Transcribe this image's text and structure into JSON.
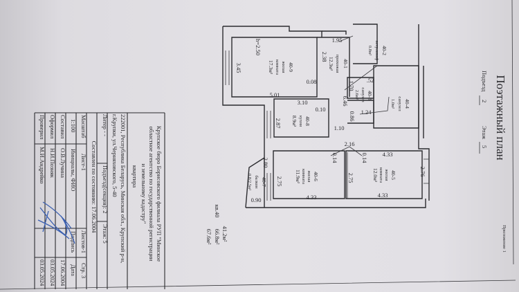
{
  "document": {
    "appendix": "Приложение 1",
    "title": "Поэтажный план",
    "entrance_label": "Подъезд",
    "entrance_value": "2",
    "floor_label": "Этаж",
    "floor_value": "5"
  },
  "plan": {
    "rooms": [
      {
        "id": "40-9",
        "name": "жилая",
        "name2": "комната",
        "area": "17.3м²"
      },
      {
        "id": "40-1",
        "name": "прихожая",
        "area": "12.3м²"
      },
      {
        "id": "40-2",
        "name": "встр.шкаф",
        "area": "0.8м²"
      },
      {
        "id": "40-3",
        "name": "санузел",
        "area": "2.6м²"
      },
      {
        "id": "40-4",
        "name": "санузел",
        "area": "1.0м²"
      },
      {
        "id": "40-8",
        "name": "кухня",
        "area": "8.9м²"
      },
      {
        "id": "40-6",
        "name": "жилая",
        "name2": "комната",
        "area": "11.9м²"
      },
      {
        "id": "40-5",
        "name": "жилая",
        "name2": "комната",
        "area": "12.0м²"
      },
      {
        "id": "40-7",
        "name": "балкон",
        "area": "0.8/2.5м²"
      }
    ],
    "dimensions": {
      "h": "h=2.50",
      "d345": "3.45",
      "d238": "2.38",
      "d008": "0.08",
      "d501": "5.01",
      "d195": "1.95",
      "d310": "3.10",
      "d010": "0.10",
      "d287": "2.87",
      "d110": "1.10",
      "d646": "6.46",
      "d170": "1.70",
      "d052": ".52",
      "d124": "1.24",
      "d086": "0.86",
      "d216": "2.16",
      "d014a": "0.14",
      "d014b": "0.14",
      "d433a": "4.33",
      "d276": "2.76",
      "d275a": "2.75",
      "d433b": "4.33",
      "d433c": "4.33",
      "d280": "2.80",
      "d275b": "2.75",
      "d090": "0.90"
    },
    "totals": {
      "living": "41.2м²",
      "apt_label": "кв.40",
      "total": "66.8м²",
      "total_with_balcony": "67.6м²"
    }
  },
  "stamp": {
    "org_line1": "Крупское бюро Борисовского филиала РУП \"Минское",
    "org_line2": "областное агентство по государственной регистрации",
    "org_line3": "и земельному кадастру\"",
    "object": "квартира",
    "address_line1": "222001, Республика Беларусь, Минская обл., Крупский р-н,",
    "address_line2": "г.Крупки, ул.Черняховского, 5-40",
    "liter": "Литер - -",
    "entrance": "Подъезд(секция): 2",
    "floor": "Этаж: 5",
    "as_of": "Составлен по состоянию: 17.06.2004",
    "rows": [
      [
        "Масштаб",
        "Лист-1",
        "Листов-1",
        "Стр. 3"
      ],
      [
        "1:100",
        "Инициалы, ФИО",
        "Подпись",
        "Дата"
      ],
      [
        "Составил",
        "О.В.Лучина",
        "",
        "17.06.2004"
      ],
      [
        "Оформил",
        "Н.И.Позняк",
        "",
        "03.05.2024"
      ],
      [
        "Проверил",
        "М.И.Андрейко",
        "",
        "03.05.2024"
      ]
    ],
    "signature_color": "#3a5fb0"
  }
}
